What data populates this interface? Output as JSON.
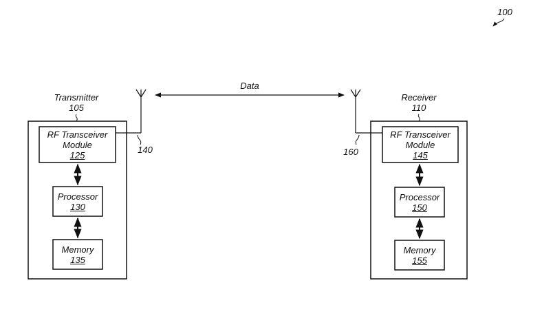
{
  "figure": {
    "ref": "100",
    "data_label": "Data"
  },
  "transmitter": {
    "title": "Transmitter",
    "ref": "105",
    "antenna_ref": "140",
    "rf": {
      "line1": "RF Transceiver",
      "line2": "Module",
      "ref": "125"
    },
    "processor": {
      "label": "Processor",
      "ref": "130"
    },
    "memory": {
      "label": "Memory",
      "ref": "135"
    }
  },
  "receiver": {
    "title": "Receiver",
    "ref": "110",
    "antenna_ref": "160",
    "rf": {
      "line1": "RF Transceiver",
      "line2": "Module",
      "ref": "145"
    },
    "processor": {
      "label": "Processor",
      "ref": "150"
    },
    "memory": {
      "label": "Memory",
      "ref": "155"
    }
  }
}
